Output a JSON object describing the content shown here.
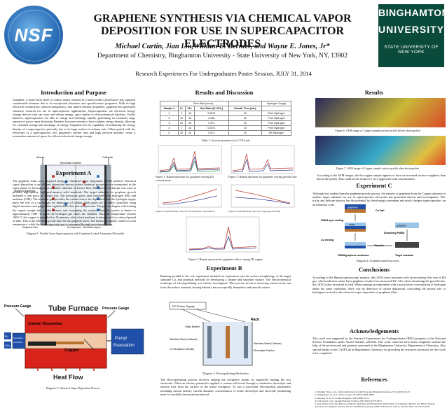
{
  "header": {
    "title": "GRAPHENE SYNTHESIS VIA CHEMICAL VAPOR DEPOSITION FOR USE IN SUPERCAPACITOR ELECTRODES",
    "authors": "Michael Curtin, Jian Liu,William E. Bernier, and Wayne E. Jones, Jr*",
    "department": "Department of Chemistry, Binghamton University - State University of New York, NY, 13902",
    "program": "Research Experiences For Undergraduates Poster Session, JULY 31, 2014",
    "logo_left": "NSF",
    "logo_right_1": "BINGHAMTON",
    "logo_right_2": "UNIVERSITY",
    "logo_right_3": "STATE UNIVERSITY OF NEW YORK"
  },
  "intro": {
    "heading": "Introduction and Purpose",
    "text": "Graphene, a mono-layer sheet of carbon atoms oriented in a honeycomb crystal lattice has captured considerable attention due to its exceptional electronic and optoelectronic properties. With its high electrical conductivity, optical transparency, and superb thermal properties, graphene has generated extensive research for use in supercapacitor applications. Supercapacitors are electrical energy storage devices that can store and release energy, quite similar to electrochemical batteries. Unlike batteries, supercapacitors are able to charge and discharge rapidly, generating an extremely large amount of power upon discharge. Batteries however remain to have a higher energy density, allowing for extended storage and discharge of energy. Graphene has the capability of enhancing the energy density of a supercapacitor primarily due to its large surface-to-volume ratio. When paired with the electrodes of a supercapacitor cell, graphene's surface area and high electron mobility create a tremendous amount of space for efficient electrical charge storage.",
    "diagram_labels": {
      "anode": "Anode",
      "cathode": "Cathode",
      "electrolyte": "Electrolyte Solution",
      "al": "Aluminum Electrode",
      "film": "Graphene Film",
      "sep": "Ion Separator",
      "layers": "Helmholtz Layers"
    },
    "caption": "Diagram 1: Double Layer Supercapacitor with Graphene-Coated Aluminum Electrodes"
  },
  "expA": {
    "heading": "Experiment A",
    "text": "The graphene films were prepared using the chemical vapor deposition (CVD) method. Chemical vapor deposition is an efficient deposition process where chemical precursors are transported in the vapor phase to decompose on a heated substrate to form a film. This growth technique was used to produce high-quality, high-performance solid materials. The target substrate for graphene growth included a thin piece of copper foil. The precursor gases used involved both hydrogen (H2) and methane (CH4). The methane gas provides the carbon source for deposition and the hydrogen supply plays the role of a carrier gas for deposition of carbon. Both gases are carefully controlled using digital monitors and gauges that regulate their flow rate and pressure. The process begins with loading the copper sample into a tube furnace and evacuating the system. Then the system is heated to approximately 1000 °C while the hydrogen gas enters the chamber. Once the temperature reaches 1000 °C the copper is annealed for 15 minutes, after which methane is introduced for a desired period of time. This is the effective growth time for the graphene layer. The furnace is rapidly cooled to room temperature, while the remaining waste gas is evacuated through an external pump.",
    "furnace": {
      "pg1": "Pressure Gauge",
      "pg2": "Pressure Gauge",
      "title": "Tube Furnace",
      "h2": "H₂",
      "ch4": "CH₄",
      "flow": "Flow Rate Controller",
      "carbon": "Carbon Deposition",
      "copper": "Copper",
      "pump": "Pump/ Evacuation",
      "heat": "Heat Flow"
    },
    "caption": "Diagram 2: Chemical Vapor Deposition Process"
  },
  "results": {
    "heading": "Results and Discussion",
    "table": {
      "caption": "Table 1: Growth parameters for CVD trials",
      "group1": "Flow Rate (sccm)",
      "group2": "Hydrogen Supply",
      "columns": [
        "Sample #",
        "H₂",
        "CH₄",
        "Gas Ratio [H₂/CH₄]",
        "Growth Time (min)",
        ""
      ],
      "rows": [
        [
          "1",
          "2",
          "35",
          "0.0571",
          "30",
          "Pure Hydrogen"
        ],
        [
          "2",
          "10",
          "35",
          "0.286",
          "30",
          "Pure Hydrogen"
        ],
        [
          "3",
          "20",
          "35",
          "0.571",
          "30",
          "Pure Hydrogen"
        ],
        [
          "4",
          "2",
          "35",
          "0.0571",
          "15",
          "Pure Hydrogen"
        ],
        [
          "5",
          "20",
          "35",
          "0.571",
          "30",
          "5% Hydrogen"
        ]
      ]
    },
    "fig1": "Figure 1: Raman spectrum for graphene varying H2 concentration",
    "fig2": "Figure 2: Raman spectrum for graphene varying growth time",
    "fig3": "Figure 3: Peak intensity ratios for increasing H2 concentration",
    "fig4": "Figure 4: Peak intensity ratios for varying growth time",
    "fig5": "Figure 5: Raman spectrum for graphene with a varying H2 supply"
  },
  "expB": {
    "heading": "Experiment B",
    "text": "Running parallel to the cvd experiment included an exploration into the surface morphology of the target substrate Cu, and potential methods for developing a cleaner and smoother surface. The electrochemical technique of electropolishing was further investigated. This process involves removing metal ion by ion from the surface material, leaving behind a microscopically featureless and smooth surface.",
    "labels": {
      "dc": "DC Power Supply",
      "rack": "Rack",
      "glass": "Glass Beaker",
      "ss1": "Stainless Steel (Cathode)",
      "cu": "Cu Workpiece (Anode)",
      "ss2": "Stainless Steel (Cathode)",
      "electrolyte": "Electrolyte Solution"
    },
    "caption": "Diagram 3: Electropolishing Mechanism",
    "text2": "The electropolishing process involves making the workpiece anodic by negatively biasing the two electrodes. When an electric potential is applied, a current will travel through a conductive electrolyte and remove ions from the surface of the metal workpiece. To run a successful electropolish, parameters including current density, current duration, concentration of acidic electrolyte and electrode positioning must be carefully chosen and monitored."
  },
  "resultsR": {
    "heading": "Results",
    "fig6": "Figure 6: AFM image of Copper sample surface profile before electropolish",
    "fig7": "Figure 7: AFM image of Copper sample surface profile after electropolish",
    "afm_text": "According to the AFM images, the the copper sample appears to have an increased surface roughness than before the polish. This could be the result of a very aggressive acid concentration."
  },
  "expC": {
    "heading": "Experiment C",
    "text": "Although less studied than the graphene growth process, the transfer of graphene from the Copper substrate to another target substrate for use in supercapacitor electrodes has generated interest and investigation. This tricky and delicate process has the potential for developing convenient and much cheaper supercapacitors on an industrial scale.",
    "labels": {
      "graphene": "graphene",
      "cufoil": "Cu foil",
      "pmma_spin": "PMMA spin coating",
      "pmma": "PMMA",
      "graphene2": "graphene",
      "dissolving": "Dissolving PMMA",
      "cu_etch": "Cu etching",
      "transfer": "Transfer",
      "pmma_graphene": "PMMA/graphene membrane",
      "target": "Target substrate"
    },
    "caption": "Diagram 4: Graphene transfer process"
  },
  "conclusions": {
    "heading": "Conclusions",
    "text": "According to the Raman spectroscopy analysis, the (2D/G) ratio increases with an increasing flow rate of H2 gas, which indicates mono-layer graphene results from increased H2. Also when shortening the growth time, the (2D/G) ratio increased as well. When running an experiment with a much lower concentration of hydrogen under the same conditions, there was no detection of carbon deposition, concluding the pivotal role of hydrogen involved in the chemical vapor deposition of graphene films."
  },
  "ack": {
    "heading": "Acknowledgements",
    "text": "This work was supported by the Research Experiences for Undergraduates (REU) program of the National Science Foundation under Award Number 1263004. This work could not have been completed without the help of the professional and graduate personnel at the Binghamton University Department of Chemistry. Also special thanks to the CASP Lab at Binghamton University for providing the resources necessary for this work to be completed."
  },
  "refs": {
    "heading": "References",
    "items": [
      "1 Wenbing Chiu, et al., Critical Reviews in Solid State and Materials Sciences, 35:1 (2010) 52-71",
      "2 Chunguang Liu, et al., Nano Letters, 10 (2010) 4863-4868",
      "3 Xuesong Li, et al., Science Express, 324 (2009) 1312",
      "4 A.M. Awad, et al., Applied Surface Science 256 (2010) 4370-4375",
      "5 Ajay Kumar and Chee Huei Lee (2013). Synthesis and Biomedical Applications of Graphene: Present and Future Trends, Advances in Graphene Science, Dr. M. Aliofkhazraei (Ed.), ISBN: 978-953-51-1182-5, InTech, DOI: 10.5772/55728."
    ]
  },
  "colors": {
    "nsf": "#2a6fb8",
    "binghamton": "#0a4a3a",
    "furnace_red": "#d8241b",
    "blue_box": "#1f4fa8",
    "spectrum_red": "#c0392b",
    "spectrum_blue": "#2c3e91"
  }
}
